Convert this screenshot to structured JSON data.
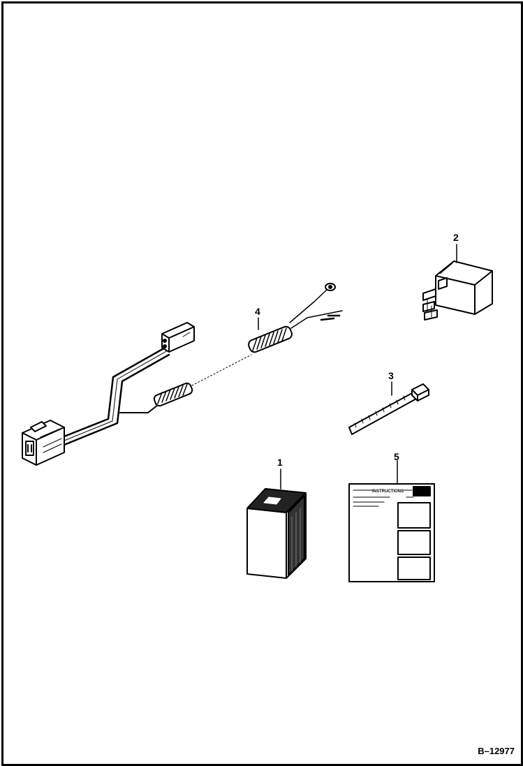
{
  "callouts": {
    "c1": "1",
    "c2": "2",
    "c3": "3",
    "c4": "4",
    "c5": "5"
  },
  "figure_number": "B–12977",
  "instruction_sheet": {
    "heading": "INSTRUCTIONS"
  },
  "colors": {
    "ink": "#000000",
    "paper": "#ffffff"
  }
}
